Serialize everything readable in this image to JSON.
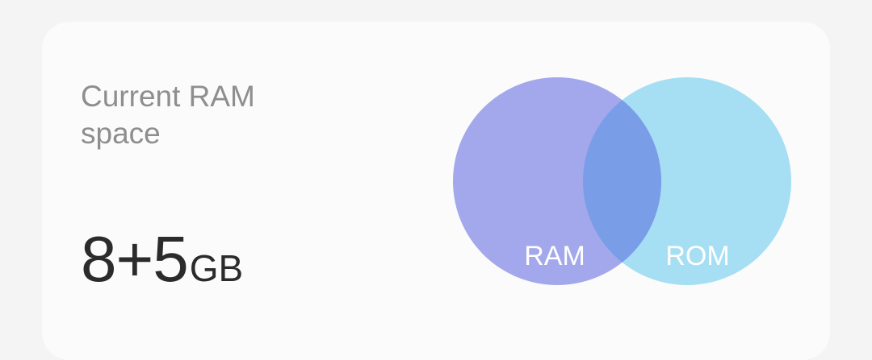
{
  "card": {
    "title": "Current RAM space",
    "value": "8+5",
    "unit": "GB"
  },
  "venn": {
    "left_label": "RAM",
    "right_label": "ROM",
    "colors": {
      "left": "#a3a8ec",
      "right": "#a6dff4",
      "overlap": "#7a9de8"
    }
  }
}
